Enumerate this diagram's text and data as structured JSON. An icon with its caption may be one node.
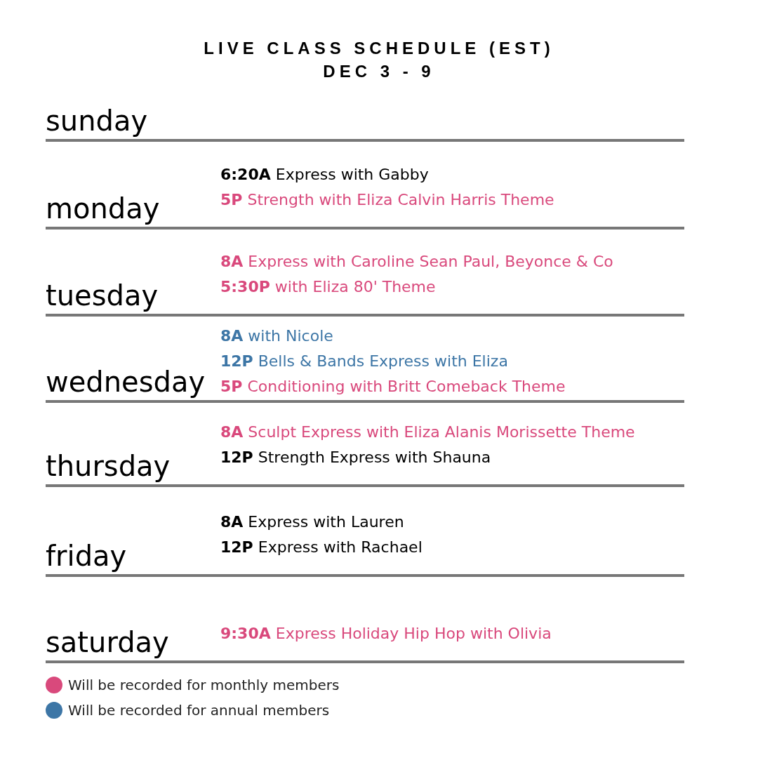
{
  "diagram": {
    "title": "LIVE CLASS SCHEDULE (EST)",
    "labels": [
      "DEC 3 - 9",
      "sunday",
      "monday",
      "**6:20A** Express with Gabby",
      "**5P** Strength with Eliza Calvin Harris Theme",
      "tuesday",
      "**8A** Express with Caroline Sean Paul, Beyonce & Co",
      "**5:30P** with Eliza 80' Theme",
      "wednesday",
      "**8A** with Nicole",
      "**12P** Bells & Bands Express with Eliza",
      "**5P** Conditioning with Britt Comeback Theme",
      "thursday",
      "**8A** Sculpt Express with Eliza Alanis Morissette Theme",
      "**12P** Strength Express with Shauna",
      "friday",
      "**8A** Express with Lauren",
      "**12P** Express with Rachael",
      "saturday",
      "**9:30A** Express Holiday Hip Hop with Olivia"
    ],
    "legend": [
      {
        "text": "Will be recorded for monthly members",
        "color": "#d9497c"
      },
      {
        "text": "Will be recorded for annual members",
        "color": "#3d76a6"
      }
    ]
  }
}
